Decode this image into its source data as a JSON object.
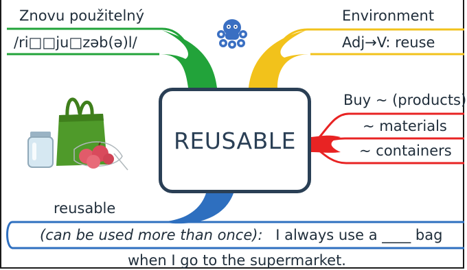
{
  "center": {
    "word": "REUSABLE"
  },
  "branches": {
    "translation": {
      "word": "Znovu použitelný",
      "ipa": "/ri□□ju□zəb(ə)l/",
      "color": "#22a33a"
    },
    "topic": {
      "word": "Environment",
      "derivation": "Adj→V: reuse",
      "color": "#f2c21b"
    },
    "collocations": {
      "items": [
        "Buy ~ (products)",
        "~ materials",
        "~ containers"
      ],
      "color": "#e82323"
    },
    "example": {
      "word": "reusable",
      "definition": "(can be used more than once):",
      "sentence_1": "I always use a ____ bag",
      "sentence_2": "when I go to the supermarket.",
      "color": "#2e6fbf"
    }
  },
  "icons": {
    "logo": "octopus-logo-icon",
    "illustration": "reusable-bag-and-jar-illustration"
  }
}
